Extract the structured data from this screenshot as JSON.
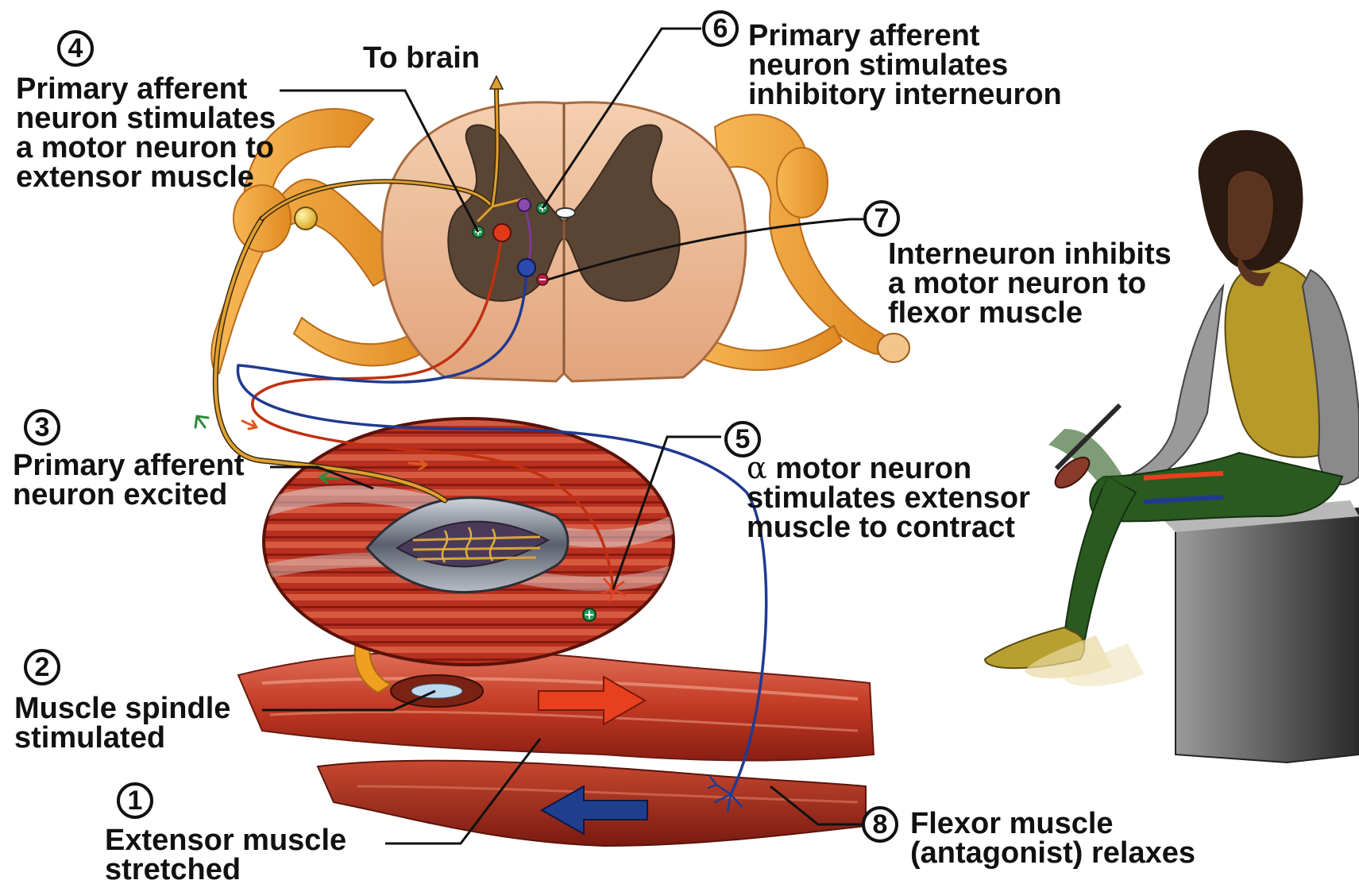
{
  "labels": {
    "to_brain": "To brain",
    "step1": {
      "number": "1",
      "line1": "Extensor muscle",
      "line2": "stretched"
    },
    "step2": {
      "number": "2",
      "line1": "Muscle spindle",
      "line2": "stimulated"
    },
    "step3": {
      "number": "3",
      "line1": "Primary afferent",
      "line2": "neuron excited"
    },
    "step4": {
      "number": "4",
      "line1": "Primary afferent",
      "line2": "neuron stimulates",
      "line3": "a motor neuron to",
      "line4": "extensor muscle"
    },
    "step5": {
      "number": "5",
      "symbol": "α",
      "line1": "motor neuron",
      "line2": "stimulates extensor",
      "line3": "muscle to contract"
    },
    "step6": {
      "number": "6",
      "line1": "Primary afferent",
      "line2": "neuron stimulates",
      "line3": "inhibitory interneuron"
    },
    "step7": {
      "number": "7",
      "line1": "Interneuron inhibits",
      "line2": "a motor neuron to",
      "line3": "flexor muscle"
    },
    "step8": {
      "number": "8",
      "line1": "Flexor muscle",
      "line2": "(antagonist) relaxes"
    }
  },
  "colors": {
    "afferent": "#e0a030",
    "motor_extensor": "#c03010",
    "motor_flexor": "#203a90",
    "interneuron": "#7a3a90",
    "muscle": "#c03a22",
    "gray_matter": "#5a4434",
    "white_matter": "#efc1a0",
    "nerve_root": "#f0a040"
  },
  "icons": [
    "excitatory-synapse-plus-icon",
    "inhibitory-synapse-minus-icon",
    "stretch-arrow-icon",
    "relax-arrow-icon"
  ]
}
